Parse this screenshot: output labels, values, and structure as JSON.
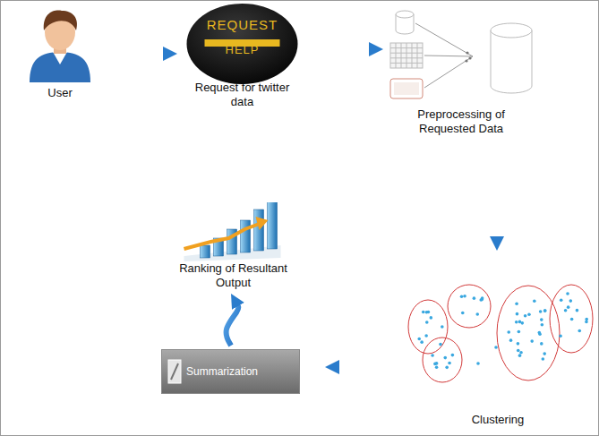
{
  "diagram": {
    "nodes": [
      {
        "text": [
          "User"
        ]
      },
      {
        "text": [
          "REQUEST",
          "HELP",
          "Request for twitter data"
        ]
      },
      {
        "text": [
          "Preprocessing of Requested Data"
        ]
      },
      {
        "text": [
          "Clustering"
        ]
      },
      {
        "text": [
          "Summarization"
        ]
      },
      {
        "text": [
          "Ranking of Resultant Output"
        ]
      }
    ],
    "edges": [
      {
        "from": 0,
        "to": 1,
        "arrow": "to"
      },
      {
        "from": 1,
        "to": 2,
        "arrow": "to"
      },
      {
        "from": 2,
        "to": 3,
        "arrow": "to"
      },
      {
        "from": 3,
        "to": 4,
        "arrow": "to"
      },
      {
        "from": 4,
        "to": 5,
        "arrow": "to"
      }
    ]
  }
}
